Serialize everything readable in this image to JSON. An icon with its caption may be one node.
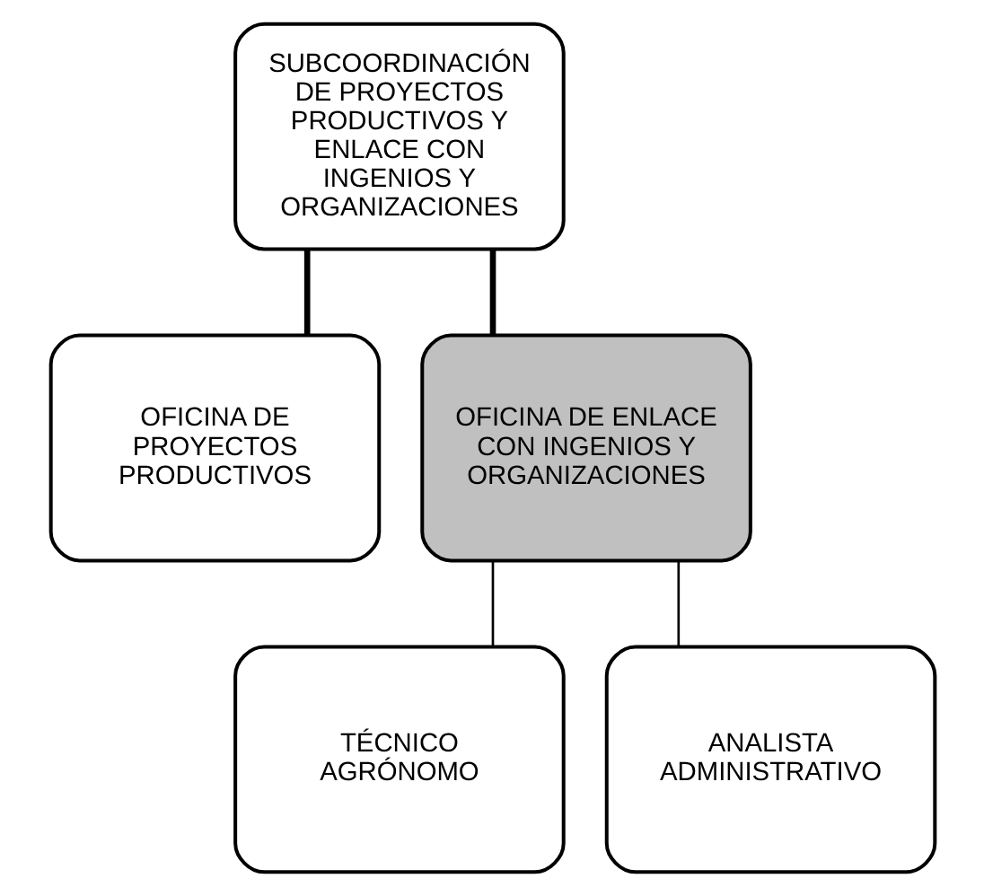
{
  "diagram": {
    "nodes": [
      {
        "text": [
          "SUBCOORDINACIÓN DE PROYECTOS PRODUCTIVOS Y ENLACE CON INGENIOS Y ORGANIZACIONES"
        ]
      },
      {
        "text": [
          "OFICINA DE PROYECTOS PRODUCTIVOS"
        ]
      },
      {
        "text": [
          "OFICINA DE ENLACE CON INGENIOS Y ORGANIZACIONES"
        ]
      },
      {
        "text": [
          "TÉCNICO AGRÓNOMO"
        ]
      },
      {
        "text": [
          "ANALISTA ADMINISTRATIVO"
        ]
      }
    ],
    "edges": [
      {
        "from": 0,
        "to": 1,
        "arrow": "none",
        "style": "thick"
      },
      {
        "from": 0,
        "to": 2,
        "arrow": "none",
        "style": "thick"
      },
      {
        "from": 2,
        "to": 3,
        "arrow": "none"
      },
      {
        "from": 2,
        "to": 4,
        "arrow": "none"
      }
    ]
  }
}
